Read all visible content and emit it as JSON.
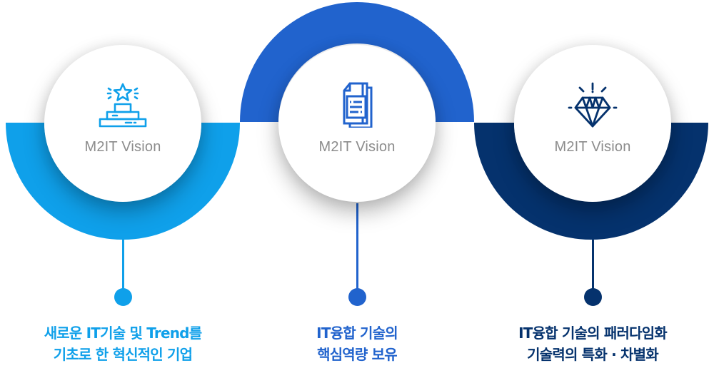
{
  "colors": {
    "light_blue": "#0fa0ea",
    "mid_blue": "#2163cd",
    "navy": "#05326d",
    "label_gray": "#8c8c8c"
  },
  "items": [
    {
      "label": "M2IT Vision",
      "icon": "podium-star-icon",
      "caption_line1": "새로운 IT기술 및 Trend를",
      "caption_line2": "기초로 한 혁신적인 기업"
    },
    {
      "label": "M2IT Vision",
      "icon": "documents-icon",
      "caption_line1": "IT융합 기술의",
      "caption_line2": "핵심역량 보유"
    },
    {
      "label": "M2IT Vision",
      "icon": "diamond-icon",
      "caption_line1": "IT융합 기술의 패러다임화",
      "caption_line2": "기술력의 특화 · 차별화"
    }
  ]
}
